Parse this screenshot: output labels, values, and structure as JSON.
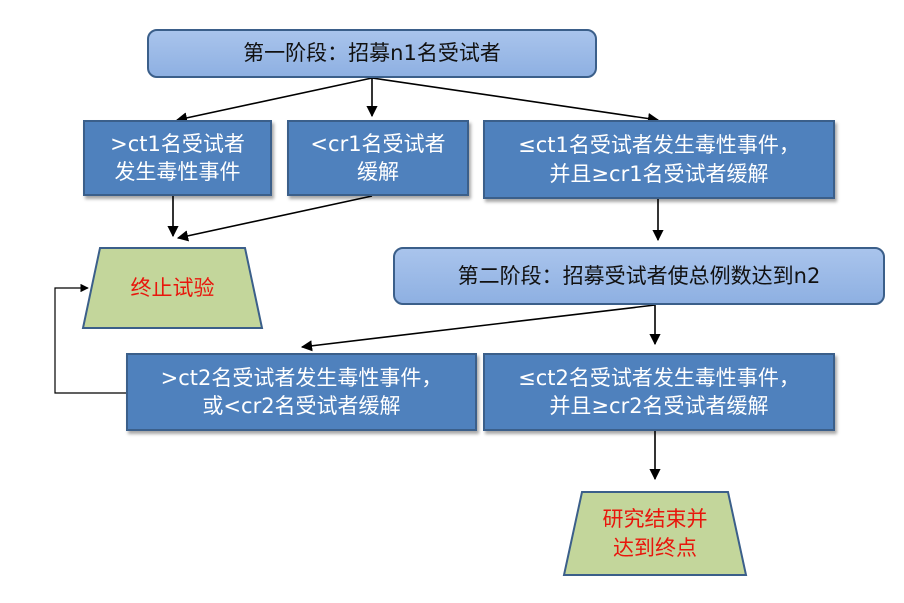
{
  "diagram": {
    "stage1": "第一阶段：招募n1名受试者",
    "branch_toxic": ">ct1名受试者\n发生毒性事件",
    "branch_remission": "<cr1名受试者\n缓解",
    "branch_continue": "≤ct1名受试者发生毒性事件，\n并且≥cr1名受试者缓解",
    "terminate": "终止试验",
    "stage2": "第二阶段：招募受试者使总例数达到n2",
    "stage2_fail": ">ct2名受试者发生毒性事件，\n或<cr2名受试者缓解",
    "stage2_pass": "≤ct2名受试者发生毒性事件，\n并且≥cr2名受试者缓解",
    "endpoint": "研究结束并\n达到终点"
  },
  "colors": {
    "stage_fill": "#99b8e8",
    "outcome_fill": "#4f81bd",
    "terminal_fill": "#c3d69b",
    "terminal_text": "#e8160c",
    "border": "#3b5f8a"
  }
}
